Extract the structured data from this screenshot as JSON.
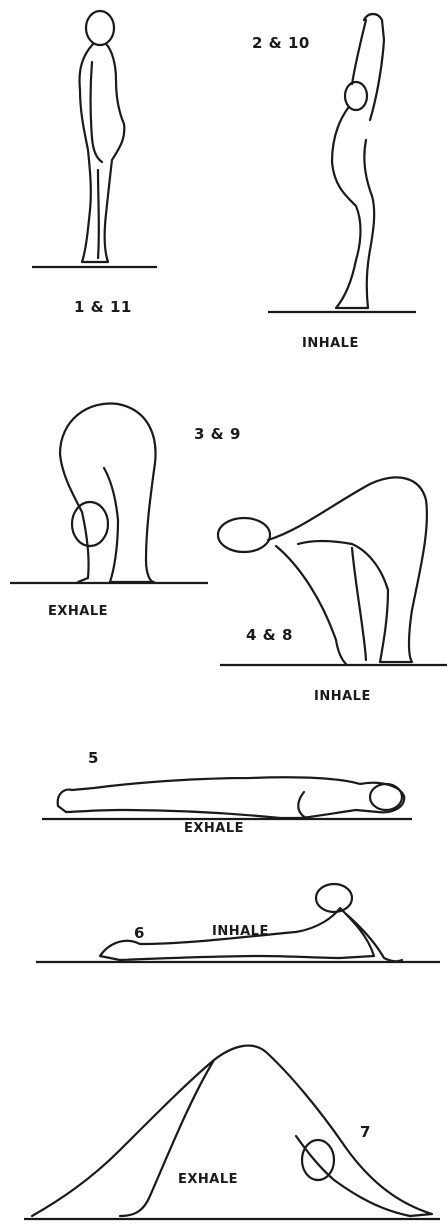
{
  "poses": [
    {
      "id": "pose-1-11",
      "number": "1 & 11",
      "breath": ""
    },
    {
      "id": "pose-2-10",
      "number": "2 & 10",
      "breath": "INHALE"
    },
    {
      "id": "pose-3-9",
      "number": "3 & 9",
      "breath": "EXHALE"
    },
    {
      "id": "pose-4-8",
      "number": "4 & 8",
      "breath": "INHALE"
    },
    {
      "id": "pose-5",
      "number": "5",
      "breath": "EXHALE"
    },
    {
      "id": "pose-6",
      "number": "6",
      "breath": "INHALE"
    },
    {
      "id": "pose-7",
      "number": "7",
      "breath": "EXHALE"
    }
  ],
  "colors": {
    "ink": "#1a1a1a",
    "background": "#ffffff"
  }
}
